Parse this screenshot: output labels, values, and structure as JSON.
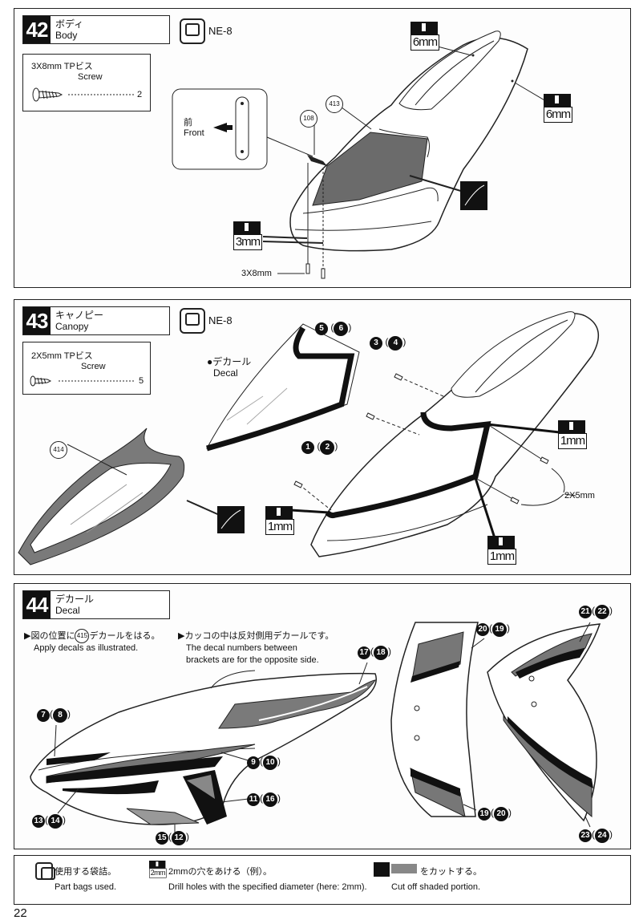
{
  "page_number": "22",
  "steps": {
    "s42": {
      "number": "42",
      "title_jp": "ボディ",
      "title_en": "Body",
      "bag": "NE-8",
      "part": {
        "name_jp": "3X8mm TPビス",
        "name_en": "Screw",
        "qty": "2"
      },
      "callouts": {
        "body": "413",
        "bracket": "108"
      },
      "front_jp": "前",
      "front_en": "Front",
      "drill_a": "6mm",
      "drill_b": "6mm",
      "drill_c": "3mm",
      "screw_label": "3X8mm"
    },
    "s43": {
      "number": "43",
      "title_jp": "キャノピー",
      "title_en": "Canopy",
      "bag": "NE-8",
      "part": {
        "name_jp": "2X5mm TPビス",
        "name_en": "Screw",
        "qty": "5"
      },
      "callout_canopy": "414",
      "decal_jp": "●デカール",
      "decal_en": "Decal",
      "pairs": [
        {
          "a": "5",
          "b": "6"
        },
        {
          "a": "3",
          "b": "4"
        },
        {
          "a": "1",
          "b": "2"
        }
      ],
      "drill_a": "1mm",
      "drill_b": "1mm",
      "drill_c": "1mm",
      "screw_label": "2X5mm"
    },
    "s44": {
      "number": "44",
      "title_jp": "デカール",
      "title_en": "Decal",
      "note1_jp_a": "▶図の位置に",
      "note1_num": "415",
      "note1_jp_b": "デカールをはる。",
      "note1_en": "Apply decals as illustrated.",
      "note2_jp": "▶カッコの中は反対側用デカールです。",
      "note2_en_1": "The decal numbers between",
      "note2_en_2": "brackets are for the opposite side.",
      "pairs": [
        {
          "a": "7",
          "b": "8"
        },
        {
          "a": "17",
          "b": "18"
        },
        {
          "a": "9",
          "b": "10"
        },
        {
          "a": "11",
          "b": "16"
        },
        {
          "a": "13",
          "b": "14"
        },
        {
          "a": "15",
          "b": "12"
        },
        {
          "a": "20",
          "b": "19"
        },
        {
          "a": "19",
          "b": "20"
        },
        {
          "a": "21",
          "b": "22"
        },
        {
          "a": "23",
          "b": "24"
        }
      ]
    }
  },
  "legend": {
    "bags_jp": "使用する袋詰。",
    "bags_en": "Part bags used.",
    "drill_jp": "2mmの穴をあける（例）。",
    "drill_en": "Drill holes with the specified diameter (here: 2mm).",
    "drill_mm": "2mm",
    "cut_jp": "をカットする。",
    "cut_en": "Cut off shaded portion."
  }
}
